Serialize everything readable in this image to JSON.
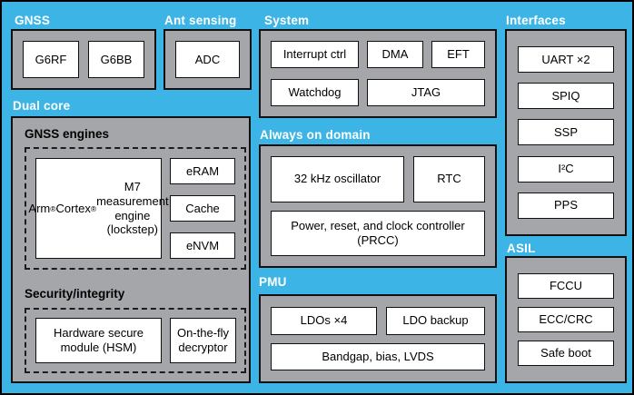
{
  "diagram": {
    "type": "soc-block-diagram",
    "colors": {
      "background_blue": "#3CB4E5",
      "container_gray": "#A5A6A9",
      "box_white": "#FFFFFF",
      "section_label_text": "#FFFFFF",
      "box_text": "#000000",
      "border": "#000000"
    },
    "sections": {
      "gnss": {
        "label": "GNSS",
        "boxes": [
          "G6RF",
          "G6BB"
        ]
      },
      "ant_sensing": {
        "label": "Ant sensing",
        "boxes": [
          "ADC"
        ]
      },
      "system": {
        "label": "System",
        "boxes": [
          "Interrupt ctrl",
          "DMA",
          "EFT",
          "Watchdog",
          "JTAG"
        ]
      },
      "interfaces": {
        "label": "Interfaces",
        "boxes": [
          "UART ×2",
          "SPIQ",
          "SSP",
          "I²C",
          "PPS"
        ]
      },
      "dual_core": {
        "label": "Dual core",
        "gnss_engines": {
          "label": "GNSS engines",
          "boxes": [
            "Arm® Cortex® M7 measurement engine (lockstep)",
            "eRAM",
            "Cache",
            "eNVM"
          ]
        },
        "security_integrity": {
          "label": "Security/integrity",
          "boxes": [
            "Hardware secure module (HSM)",
            "On-the-fly decryptor"
          ]
        }
      },
      "always_on_domain": {
        "label": "Always on domain",
        "boxes": [
          "32 kHz oscillator",
          "RTC",
          "Power, reset, and clock controller (PRCC)"
        ]
      },
      "pmu": {
        "label": "PMU",
        "boxes": [
          "LDOs ×4",
          "LDO backup",
          "Bandgap, bias, LVDS"
        ]
      },
      "asil": {
        "label": "ASIL",
        "boxes": [
          "FCCU",
          "ECC/CRC",
          "Safe boot"
        ]
      }
    }
  }
}
